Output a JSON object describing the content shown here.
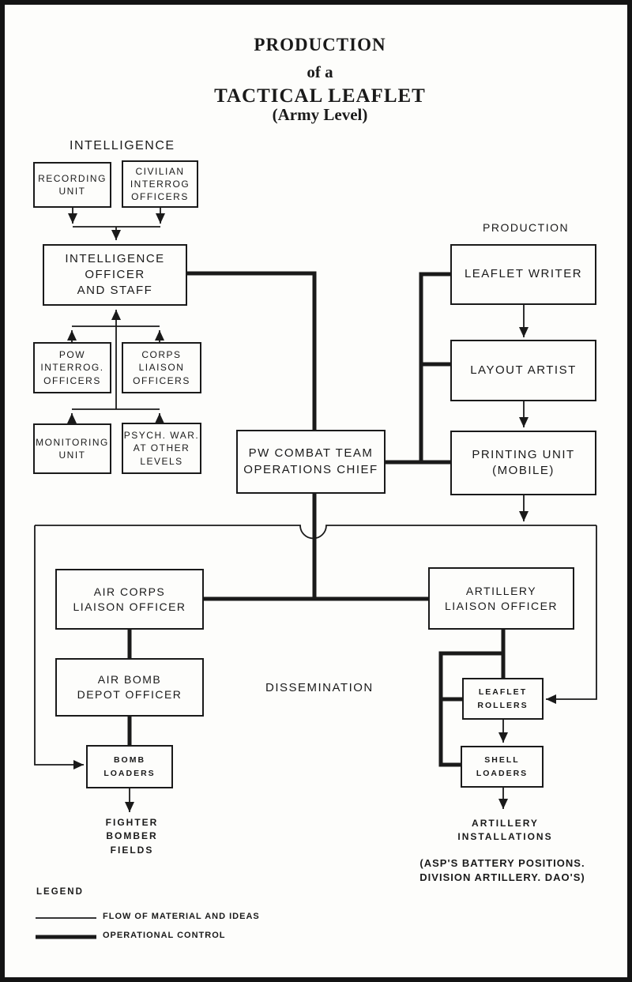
{
  "title": {
    "line1": "PRODUCTION",
    "line2": "of a",
    "line3": "TACTICAL LEAFLET",
    "line4": "(Army Level)"
  },
  "section_labels": {
    "intelligence": "INTELLIGENCE",
    "production": "PRODUCTION",
    "dissemination": "DISSEMINATION"
  },
  "boxes": {
    "recording_unit": "RECORDING\nUNIT",
    "civilian_interrog": "CIVILIAN\nINTERROG\nOFFICERS",
    "intelligence_officer": "INTELLIGENCE\nOFFICER\nAND STAFF",
    "pow_interrog": "POW\nINTERROG.\nOFFICERS",
    "corps_liaison": "CORPS\nLIAISON\nOFFICERS",
    "monitoring_unit": "MONITORING\nUNIT",
    "psych_war": "PSYCH. WAR.\nAT OTHER\nLEVELS",
    "pw_combat_team": "PW COMBAT TEAM\nOPERATIONS CHIEF",
    "leaflet_writer": "LEAFLET WRITER",
    "layout_artist": "LAYOUT ARTIST",
    "printing_unit": "PRINTING UNIT\n(MOBILE)",
    "air_corps_liaison": "AIR CORPS\nLIAISON OFFICER",
    "air_bomb_depot": "AIR BOMB\nDEPOT OFFICER",
    "bomb_loaders": "BOMB\nLOADERS",
    "artillery_liaison": "ARTILLERY\nLIAISON OFFICER",
    "leaflet_rollers": "LEAFLET\nROLLERS",
    "shell_loaders": "SHELL\nLOADERS"
  },
  "terminals": {
    "fighter_bomber_fields": "FIGHTER\nBOMBER\nFIELDS",
    "artillery_installations": "ARTILLERY\nINSTALLATIONS",
    "artillery_note": "(ASP'S BATTERY POSITIONS.\nDIVISION ARTILLERY. DAO'S)"
  },
  "legend": {
    "title": "LEGEND",
    "items": [
      {
        "style": "thin",
        "label": "FLOW OF MATERIAL AND IDEAS"
      },
      {
        "style": "thick",
        "label": "OPERATIONAL CONTROL"
      }
    ]
  },
  "colors": {
    "ink": "#1a1a1a",
    "paper": "#fdfdfb"
  }
}
